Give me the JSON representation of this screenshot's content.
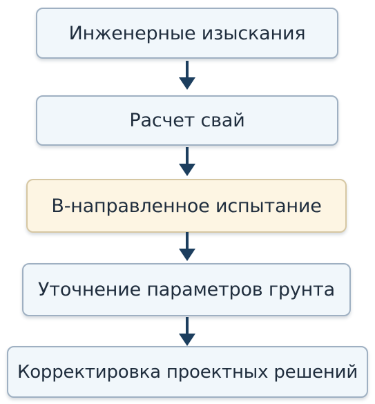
{
  "flowchart": {
    "steps": [
      {
        "label": "Инженерные изыскания"
      },
      {
        "label": "Расчет свай"
      },
      {
        "label": "В-направленное испытание"
      },
      {
        "label": "Уточнение параметров грунта"
      },
      {
        "label": "Корректировка проектных решений"
      }
    ],
    "colors": {
      "box_fill": "#f1f7fb",
      "box_border": "#9fb0c2",
      "highlight_fill": "#fdf5e3",
      "arrow": "#1c3e5e",
      "text": "#1f2d3d"
    }
  }
}
